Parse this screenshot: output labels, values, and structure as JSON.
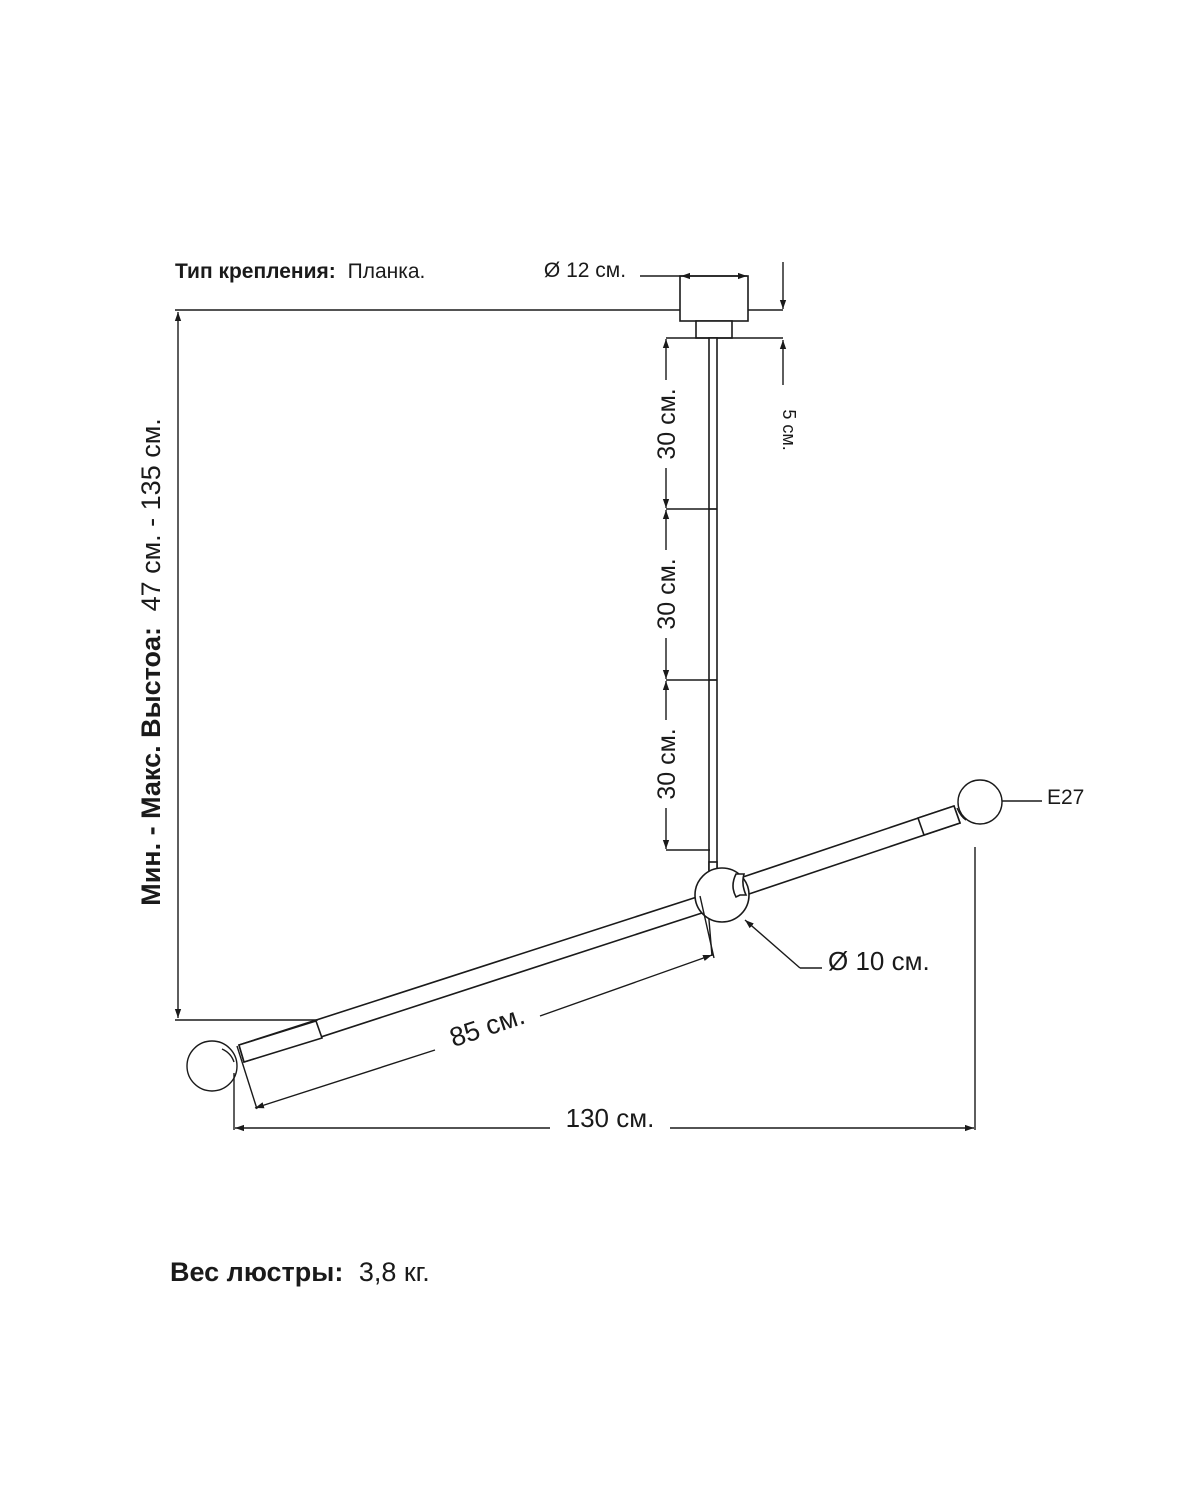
{
  "mount": {
    "label": "Тип крепления:",
    "value": "Планка."
  },
  "height": {
    "label": "Мин. - Макс. Выстоа:",
    "value": "47 см. - 135 см."
  },
  "dimensions": {
    "canopy_diameter": "Ø 12 см.",
    "canopy_height": "5 см.",
    "rod_segments": [
      "30 см.",
      "30 см.",
      "30 см."
    ],
    "hub_diameter": "Ø 10 см.",
    "arm_length": "85 см.",
    "total_width": "130 см.",
    "socket": "E27"
  },
  "weight": {
    "label": "Вес люстры:",
    "value": "3,8 кг."
  }
}
